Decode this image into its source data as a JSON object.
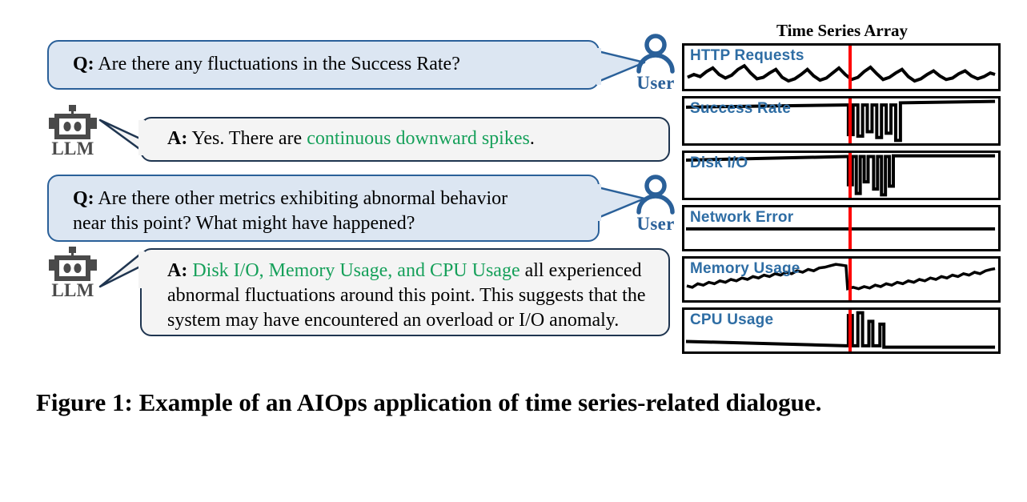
{
  "figure": {
    "caption": "Figure 1: Example of an AIOps application of time series-related dialogue."
  },
  "dialogue": {
    "turns": [
      {
        "role": "user",
        "role_label": "User",
        "speaker_icon": "user-icon",
        "prefix": "Q:",
        "text": " Are there any fluctuations in the Success Rate?",
        "lines": [
          "Q: Are there any fluctuations in the Success Rate?"
        ]
      },
      {
        "role": "llm",
        "role_label": "LLM",
        "speaker_icon": "robot-icon",
        "prefix": "A:",
        "text_before": " Yes. There are ",
        "highlight": "continuous downward spikes",
        "text_after": "."
      },
      {
        "role": "user",
        "role_label": "User",
        "speaker_icon": "user-icon",
        "prefix": "Q:",
        "line1": " Are there other metrics exhibiting abnormal behavior",
        "line2": "near this point? What might have happened?"
      },
      {
        "role": "llm",
        "role_label": "LLM",
        "speaker_icon": "robot-icon",
        "prefix": "A:",
        "highlight": " Disk I/O, Memory Usage, and CPU Usage",
        "text_after": " all experienced abnormal fluctuations around this point. This suggests that the system may have encountered an overload or I/O anomaly."
      }
    ]
  },
  "time_series_array": {
    "title": "Time Series Array",
    "marker_label": "anomaly-marker",
    "panels": [
      {
        "label": "HTTP Requests"
      },
      {
        "label": "Success Rate"
      },
      {
        "label": "Disk I/O"
      },
      {
        "label": "Network Error"
      },
      {
        "label": "Memory Usage"
      },
      {
        "label": "CPU Usage"
      }
    ]
  },
  "colors": {
    "question_bubble_fill": "#dce6f2",
    "question_bubble_border": "#2a6099",
    "answer_bubble_fill": "#f4f4f4",
    "answer_bubble_border": "#1f3550",
    "highlight_text": "#16a05a",
    "panel_label": "#2e6da4",
    "marker_line": "#ff0000",
    "user_icon": "#2a6099",
    "robot_icon": "#4a4a4a"
  },
  "chart_data": {
    "type": "line",
    "title": "Time Series Array",
    "grid": false,
    "legend": "none",
    "xlabel": "",
    "ylabel": "",
    "marker": {
      "type": "vertical-line",
      "color": "#ff0000",
      "x_fraction": 0.525
    },
    "series": [
      {
        "name": "HTTP Requests",
        "description": "Oscillating sawtooth-like waveform, roughly constant amplitude across the marker.",
        "values": [
          0.52,
          0.58,
          0.7,
          0.5,
          0.47,
          0.55,
          0.68,
          0.78,
          0.52,
          0.45,
          0.5,
          0.56,
          0.64,
          0.72,
          0.48,
          0.42,
          0.45,
          0.52,
          0.6,
          0.7,
          0.5,
          0.44,
          0.48,
          0.58,
          0.66,
          0.74,
          0.55,
          0.45,
          0.4,
          0.46,
          0.55,
          0.64,
          0.72,
          0.62,
          0.48,
          0.4,
          0.44,
          0.52,
          0.6,
          0.68,
          0.55,
          0.45,
          0.42,
          0.48,
          0.56,
          0.66,
          0.6,
          0.5,
          0.44,
          0.48,
          0.56,
          0.64,
          0.58,
          0.5,
          0.46,
          0.52,
          0.6,
          0.55,
          0.5,
          0.54
        ]
      },
      {
        "name": "Success Rate",
        "description": "High flat level with a gentle upward trend, interrupted by a burst of deep downward square spikes just after the marker.",
        "values": [
          0.88,
          0.88,
          0.89,
          0.89,
          0.89,
          0.9,
          0.9,
          0.9,
          0.9,
          0.91,
          0.91,
          0.91,
          0.91,
          0.92,
          0.92,
          0.92,
          0.92,
          0.93,
          0.93,
          0.93,
          0.93,
          0.94,
          0.94,
          0.94,
          0.94,
          0.95,
          0.95,
          0.95,
          0.95,
          0.96,
          0.96,
          0.1,
          0.96,
          0.08,
          0.96,
          0.96,
          0.12,
          0.96,
          0.06,
          0.96,
          0.1,
          0.96,
          0.02,
          0.97,
          0.97,
          0.97,
          0.97,
          0.97,
          0.98,
          0.98,
          0.98,
          0.98,
          0.98,
          0.99,
          0.99,
          0.99,
          0.99,
          0.99,
          1.0,
          1.0
        ]
      },
      {
        "name": "Disk I/O",
        "description": "Flat high baseline with several very deep narrow downward spikes immediately after the marker.",
        "values": [
          0.93,
          0.93,
          0.93,
          0.93,
          0.94,
          0.94,
          0.94,
          0.94,
          0.94,
          0.95,
          0.95,
          0.95,
          0.95,
          0.95,
          0.96,
          0.96,
          0.96,
          0.96,
          0.96,
          0.96,
          0.97,
          0.97,
          0.97,
          0.97,
          0.97,
          0.97,
          0.97,
          0.98,
          0.98,
          0.98,
          0.98,
          0.2,
          0.98,
          0.05,
          0.98,
          0.98,
          0.98,
          0.15,
          0.98,
          0.03,
          0.98,
          0.1,
          0.98,
          0.98,
          0.98,
          0.98,
          0.98,
          0.98,
          0.98,
          0.98,
          0.98,
          0.98,
          0.98,
          0.98,
          0.98,
          0.98,
          0.98,
          0.98,
          0.98,
          0.98
        ]
      },
      {
        "name": "Network Error",
        "description": "Completely flat at zero; no anomaly at the marker.",
        "values": [
          0,
          0,
          0,
          0,
          0,
          0,
          0,
          0,
          0,
          0,
          0,
          0,
          0,
          0,
          0,
          0,
          0,
          0,
          0,
          0,
          0,
          0,
          0,
          0,
          0,
          0,
          0,
          0,
          0,
          0,
          0,
          0,
          0,
          0,
          0,
          0,
          0,
          0,
          0,
          0,
          0,
          0,
          0,
          0,
          0,
          0,
          0,
          0,
          0,
          0,
          0,
          0,
          0,
          0,
          0,
          0,
          0,
          0,
          0,
          0
        ]
      },
      {
        "name": "Memory Usage",
        "description": "Noisy upward trend that drops sharply at the marker, then resumes climbing.",
        "values": [
          0.3,
          0.28,
          0.33,
          0.31,
          0.35,
          0.34,
          0.38,
          0.36,
          0.4,
          0.39,
          0.43,
          0.41,
          0.45,
          0.44,
          0.47,
          0.46,
          0.5,
          0.48,
          0.52,
          0.51,
          0.55,
          0.53,
          0.57,
          0.56,
          0.6,
          0.58,
          0.62,
          0.61,
          0.65,
          0.68,
          0.7,
          0.22,
          0.25,
          0.24,
          0.28,
          0.27,
          0.31,
          0.3,
          0.34,
          0.33,
          0.37,
          0.36,
          0.4,
          0.42,
          0.41,
          0.45,
          0.44,
          0.48,
          0.47,
          0.51,
          0.5,
          0.54,
          0.53,
          0.57,
          0.56,
          0.6,
          0.59,
          0.63,
          0.66,
          0.68
        ]
      },
      {
        "name": "CPU Usage",
        "description": "Low slowly-declining baseline with four tall narrow upward spikes just after the marker.",
        "values": [
          0.1,
          0.1,
          0.1,
          0.09,
          0.09,
          0.09,
          0.09,
          0.08,
          0.08,
          0.08,
          0.08,
          0.08,
          0.07,
          0.07,
          0.07,
          0.07,
          0.07,
          0.06,
          0.06,
          0.06,
          0.06,
          0.06,
          0.05,
          0.05,
          0.05,
          0.05,
          0.05,
          0.04,
          0.04,
          0.04,
          0.04,
          0.85,
          0.04,
          0.95,
          0.04,
          0.04,
          0.7,
          0.04,
          0.04,
          0.62,
          0.04,
          0.04,
          0.04,
          0.03,
          0.03,
          0.03,
          0.03,
          0.03,
          0.03,
          0.03,
          0.03,
          0.03,
          0.03,
          0.02,
          0.02,
          0.02,
          0.02,
          0.02,
          0.02,
          0.02
        ]
      }
    ]
  }
}
